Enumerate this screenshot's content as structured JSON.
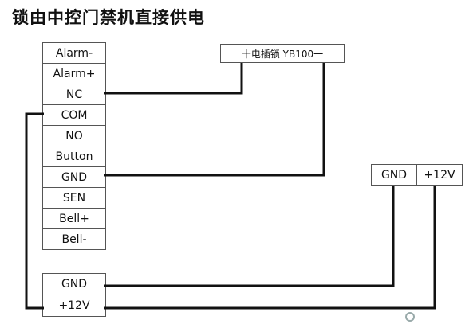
{
  "title": "锁由中控门禁机直接供电",
  "terminals": [
    "Alarm-",
    "Alarm+",
    "NC",
    "COM",
    "NO",
    "Button",
    "GND",
    "SEN",
    "Bell+",
    "Bell-"
  ],
  "power_terminals": [
    "GND",
    "+12V"
  ],
  "lock_label": "十电插锁 YB100一",
  "supply": [
    "GND",
    "+12V"
  ],
  "colors": {
    "wire": "#111111",
    "border": "#555555"
  }
}
